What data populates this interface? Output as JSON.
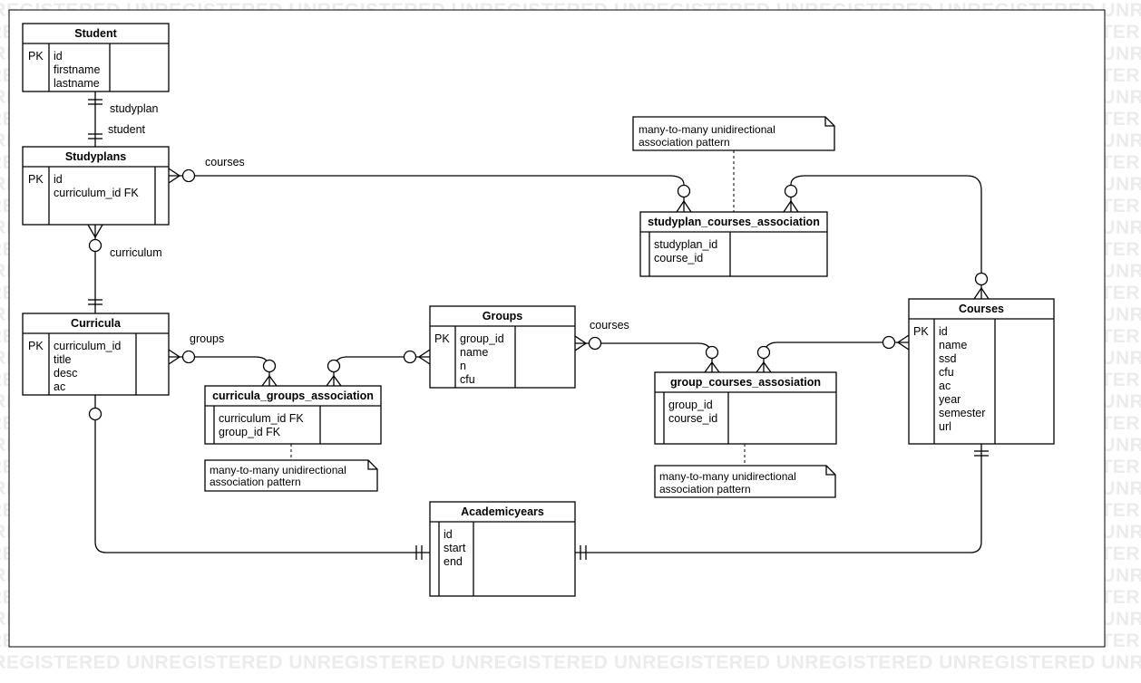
{
  "watermark": "UNREGISTERED",
  "tables": {
    "student": {
      "title": "Student",
      "pk": "PK",
      "fields": [
        "id",
        "firstname",
        "lastname"
      ]
    },
    "studyplans": {
      "title": "Studyplans",
      "pk": "PK",
      "fields": [
        "id",
        "curriculum_id FK"
      ]
    },
    "curricula": {
      "title": "Curricula",
      "pk": "PK",
      "fields": [
        "curriculum_id",
        "title",
        "desc",
        "ac"
      ]
    },
    "curricula_groups": {
      "title": "curricula_groups_association",
      "fields": [
        "curriculum_id FK",
        "group_id FK"
      ]
    },
    "groups": {
      "title": "Groups",
      "pk": "PK",
      "fields": [
        "group_id",
        "name",
        "n",
        "cfu"
      ]
    },
    "group_courses": {
      "title": "group_courses_assosiation",
      "fields": [
        "group_id",
        "course_id"
      ]
    },
    "studyplan_courses": {
      "title": "studyplan_courses_association",
      "fields": [
        "studyplan_id",
        "course_id"
      ]
    },
    "courses": {
      "title": "Courses",
      "pk": "PK",
      "fields": [
        "id",
        "name",
        "ssd",
        "cfu",
        "ac",
        "year",
        "semester",
        "url"
      ]
    },
    "academicyears": {
      "title": "Academicyears",
      "fields": [
        "id",
        "start",
        "end"
      ]
    }
  },
  "relations": {
    "studyplan": "studyplan",
    "student": "student",
    "courses_top": "courses",
    "curriculum": "curriculum",
    "groups": "groups",
    "courses_mid": "courses"
  },
  "notes": {
    "note_top": [
      "many-to-many unidirectional",
      "association pattern"
    ],
    "note_left": [
      "many-to-many unidirectional",
      "association pattern"
    ],
    "note_right": [
      "many-to-many unidirectional",
      "association pattern"
    ]
  }
}
